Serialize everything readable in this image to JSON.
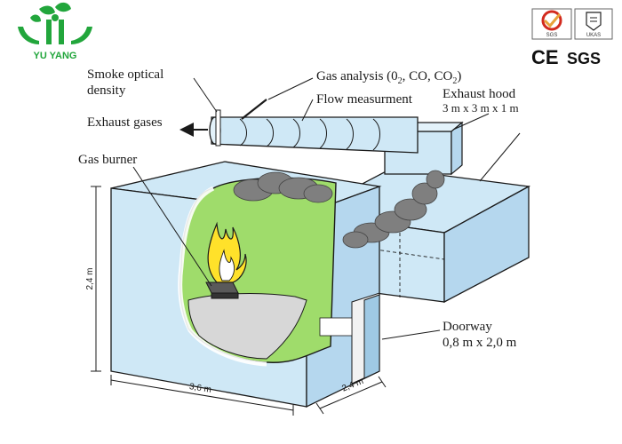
{
  "brand": {
    "name": "YU YANG",
    "logo_color": "#22a63c"
  },
  "certifications": {
    "sgs_badge": "SGS",
    "ukas_badge": "UKAS",
    "ce_mark": "CE",
    "sgs_mark": "SGS"
  },
  "labels": {
    "smoke_optical_line1": "Smoke optical",
    "smoke_optical_line2": "density",
    "gas_analysis": "Gas analysis (0",
    "gas_analysis_sub1": "2",
    "gas_analysis_mid": ", CO, CO",
    "gas_analysis_sub2": "2",
    "gas_analysis_end": ")",
    "flow_measurement": "Flow measurment",
    "exhaust_hood": "Exhaust hood",
    "hood_dims": "3 m x 3 m x 1 m",
    "exhaust_gases": "Exhaust gases",
    "gas_burner": "Gas burner",
    "doorway": "Doorway",
    "doorway_dims": "0,8 m x 2,0 m"
  },
  "dimensions": {
    "height": "2,4 m",
    "length": "3,6 m",
    "depth": "2,4 m"
  },
  "colors": {
    "room_blue": "#cfe8f6",
    "room_blue_dark": "#b5d7ee",
    "interior_green": "#9fdc6b",
    "floor_gray": "#d7d7d7",
    "smoke_gray": "#7f7f7f",
    "flame_yellow": "#ffe12a",
    "line": "#1a1a1a",
    "accent_red": "#d22a1e"
  }
}
